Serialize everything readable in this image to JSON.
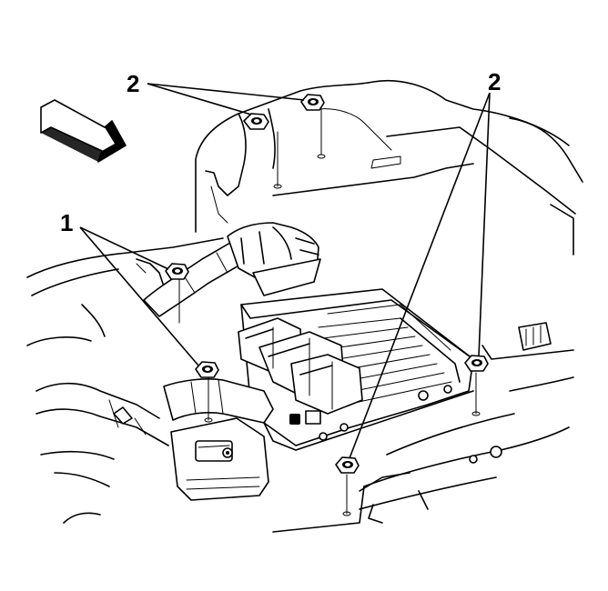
{
  "callouts": {
    "label_1": "1",
    "label_2_top": "2",
    "label_2_right": "2"
  },
  "icons": {
    "direction_arrow": "direction-arrow-icon"
  }
}
